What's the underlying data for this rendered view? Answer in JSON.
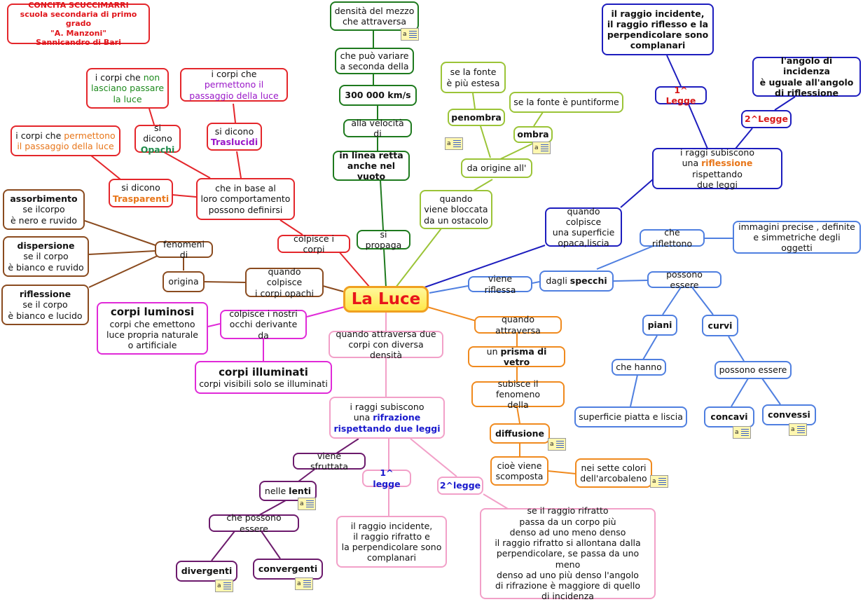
{
  "credit": [
    "CONCITA SCUCCIMARRI",
    "scuola secondaria di primo grado",
    "\"A. Manzoni\"",
    "Sannicandro di Bari"
  ],
  "center": "La Luce",
  "note_letter": "a",
  "nodes": {
    "densita_mezzo": [
      "densità del mezzo",
      "che attraversa"
    ],
    "puo_variare": [
      "che può variare",
      "a seconda della"
    ],
    "velocita_value": "300 000 km/s",
    "alla_velocita": "alla velocità di",
    "linea_retta": [
      "in linea retta",
      "anche nel vuoto"
    ],
    "si_propaga": "si propaga",
    "fonte_estesa": [
      "se la fonte",
      "è più estesa"
    ],
    "fonte_puntiforme": "se la fonte è puntiforme",
    "penombra": "penombra",
    "ombra": "ombra",
    "da_origine": "da origine all'",
    "quando_bloccata": [
      "quando",
      "viene bloccata",
      "da un ostacolo"
    ],
    "opachi_def": {
      "pre": "i corpi che ",
      "hl": "non lasciano passare la luce"
    },
    "traslucidi_def": {
      "pre": "i corpi che ",
      "hl": "permettono il passaggio della luce"
    },
    "trasparenti_def": {
      "pre": "i corpi che ",
      "hl": "permettono il passaggio della luce"
    },
    "si_dicono_opachi": {
      "pre": "si dicono",
      "hl": "Opachi"
    },
    "si_dicono_traslucidi": {
      "pre": "si dicono",
      "hl": "Traslucidi"
    },
    "si_dicono_trasparenti": {
      "pre": "si dicono",
      "hl": "Trasparenti"
    },
    "in_base": [
      "che in base al",
      "loro comportamento",
      "possono definirsi"
    ],
    "colpisce_corpi": "colpisce i corpi",
    "assorbimento": {
      "title": "assorbimento",
      "text": [
        "se ilcorpo",
        "è nero e ruvido"
      ]
    },
    "dispersione": {
      "title": "dispersione",
      "text": [
        "se il corpo",
        "è bianco e ruvido"
      ]
    },
    "riflessione_corpo": {
      "title": "riflessione",
      "text": [
        "se il corpo",
        "è bianco e lucido"
      ]
    },
    "fenomeni_di": "fenomeni di",
    "origina": "origina",
    "quando_colpisce_opachi": [
      "quando colpisce",
      "i corpi opachi"
    ],
    "corpi_luminosi": {
      "title": "corpi luminosi",
      "text": [
        "corpi che emettono",
        "luce propria naturale",
        "o artificiale"
      ]
    },
    "colpisce_occhi": [
      "colpisce i nostri",
      "occhi derivante da"
    ],
    "corpi_illuminati": {
      "title": "corpi illuminati",
      "text": [
        "corpi visibili solo se illuminati"
      ]
    },
    "quando_attraversa_due": [
      "quando attraversa due",
      "corpi con diversa densità"
    ],
    "rifrazione": {
      "pre": [
        "i raggi subiscono",
        "una "
      ],
      "hl": "rifrazione",
      "post": "rispettando due leggi"
    },
    "viene_sfruttata": "viene sfruttata",
    "nelle_lenti": {
      "pre": "nelle ",
      "bold": "lenti"
    },
    "che_possono_essere_lenti": "che possono essere",
    "divergenti": "divergenti",
    "convergenti": "convergenti",
    "legge1_rifr": "1^ legge",
    "legge2_rifr": "2^legge",
    "legge1_rifr_text": [
      "il raggio incidente,",
      "il raggio rifratto e",
      "la perpendicolare sono",
      "complanari"
    ],
    "legge2_rifr_text": [
      "se il raggio rifratto",
      "passa da un corpo più",
      "denso ad uno meno denso",
      "il raggio rifratto si allontana dalla",
      "perpendicolare, se passa da uno meno",
      "denso ad uno più denso l'angolo",
      "di rifrazione è maggiore di quello",
      "di incidenza"
    ],
    "quando_attraversa": "quando attraversa",
    "prisma": {
      "pre": "un ",
      "bold": "prisma di vetro"
    },
    "subisce_fenomeno": [
      "subisce il fenomeno",
      "della"
    ],
    "diffusione": "diffusione",
    "scomposta": [
      "cioè viene",
      "scomposta"
    ],
    "sette_colori": [
      "nei sette colori",
      "dell'arcobaleno"
    ],
    "legge1_rifl_text": [
      "il raggio incidente,",
      "il raggio riflesso e la",
      "perpendicolare sono",
      "complanari"
    ],
    "legge2_rifl_text": [
      "l'angolo di incidenza",
      "è uguale all'angolo",
      "di riflessione"
    ],
    "legge1_rifl": "1^ Legge",
    "legge2_rifl": "2^Legge",
    "riflessione_main": {
      "pre": [
        "i raggi subiscono",
        "una "
      ],
      "hl": "riflessione",
      "post": " rispettando",
      "last": "due leggi"
    },
    "quando_colpisce_superficie": [
      "quando colpisce",
      "una superficie",
      "opaca,liscia"
    ],
    "che_riflettono": "che riflettono",
    "immagini": [
      "immagini precise , definite",
      "e simmetriche degli oggetti"
    ],
    "viene_riflessa": "viene riflessa",
    "dagli_specchi": {
      "pre": "dagli ",
      "bold": "specchi"
    },
    "possono_essere_specchi": "possono essere",
    "piani": "piani",
    "curvi": "curvi",
    "che_hanno": "che hanno",
    "superficie_piatta": "superficie piatta e liscia",
    "possono_essere_curvi": "possono essere",
    "concavi": "concavi",
    "convessi": "convessi"
  }
}
